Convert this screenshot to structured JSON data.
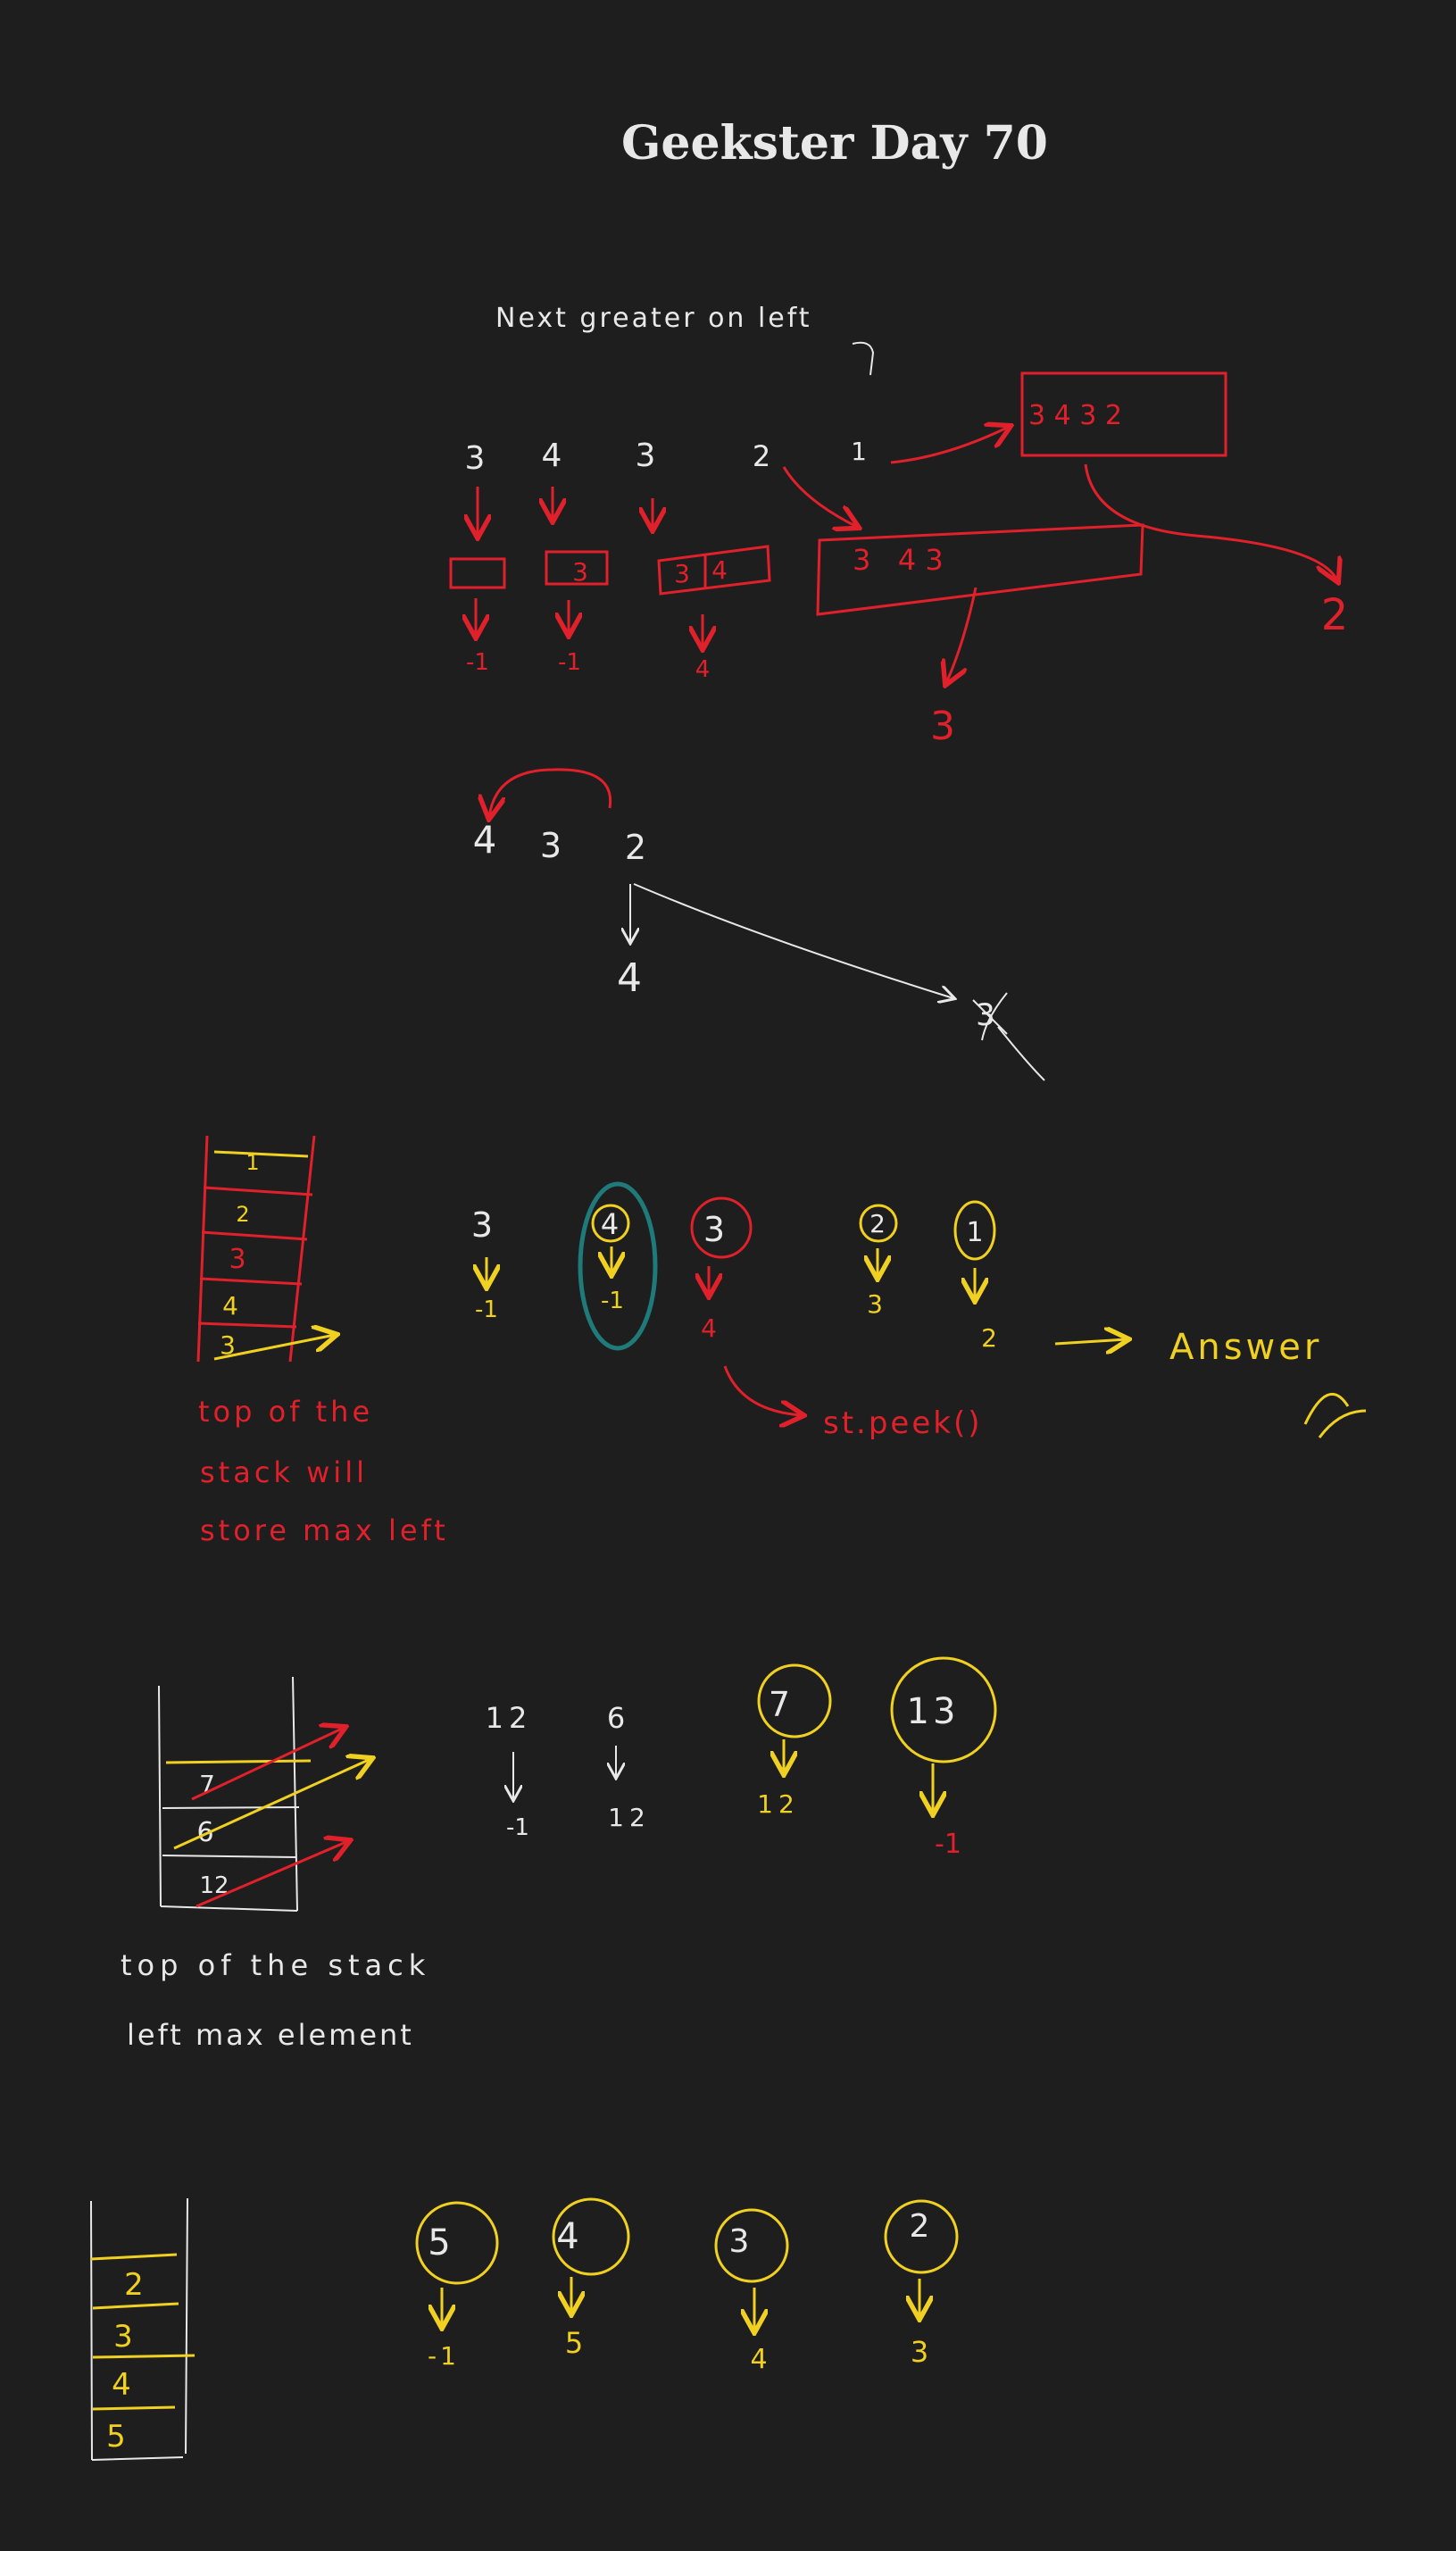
{
  "title": "Geekster Day 70",
  "colors": {
    "background": "#1e1e1e",
    "white": "#e8e8e8",
    "red": "#e0202a",
    "yellow": "#f0d020",
    "teal": "#1f7a7a"
  },
  "section1": {
    "heading": "Next greater on left",
    "inputs": [
      "3",
      "4",
      "3",
      "2",
      "1"
    ],
    "stack_top": "3 4 3 2",
    "stack1": "3",
    "stack2a": "3",
    "stack2b": "4",
    "stack3": "3   4 3",
    "outputs": [
      "-1",
      "-1",
      "4"
    ],
    "result_3": "3",
    "result_2": "2"
  },
  "section2": {
    "inputs": [
      "4",
      "3",
      "2"
    ],
    "down_result": "4",
    "crossed": "3"
  },
  "section3": {
    "stack_items": [
      "1",
      "2",
      "3",
      "4",
      "3"
    ],
    "note_lines": [
      "top of the",
      "stack will",
      "store max left"
    ],
    "inputs": [
      "3",
      "4",
      "3",
      "2",
      "1"
    ],
    "outputs": [
      "-1",
      "-1",
      "4",
      "3",
      "2"
    ],
    "peek": "st.peek()",
    "answer": "Answer"
  },
  "section4": {
    "stack_items": [
      "7",
      "6",
      "12"
    ],
    "inputs": [
      "12",
      "6",
      "7",
      "13"
    ],
    "outputs": [
      "-1",
      "12",
      "12",
      "-1"
    ],
    "note_lines": [
      "top of the stack",
      "left max element"
    ]
  },
  "section5": {
    "stack_items": [
      "2",
      "3",
      "4",
      "5"
    ],
    "inputs": [
      "5",
      "4",
      "3",
      "2"
    ],
    "outputs": [
      "-1",
      "5",
      "4",
      "3"
    ]
  }
}
